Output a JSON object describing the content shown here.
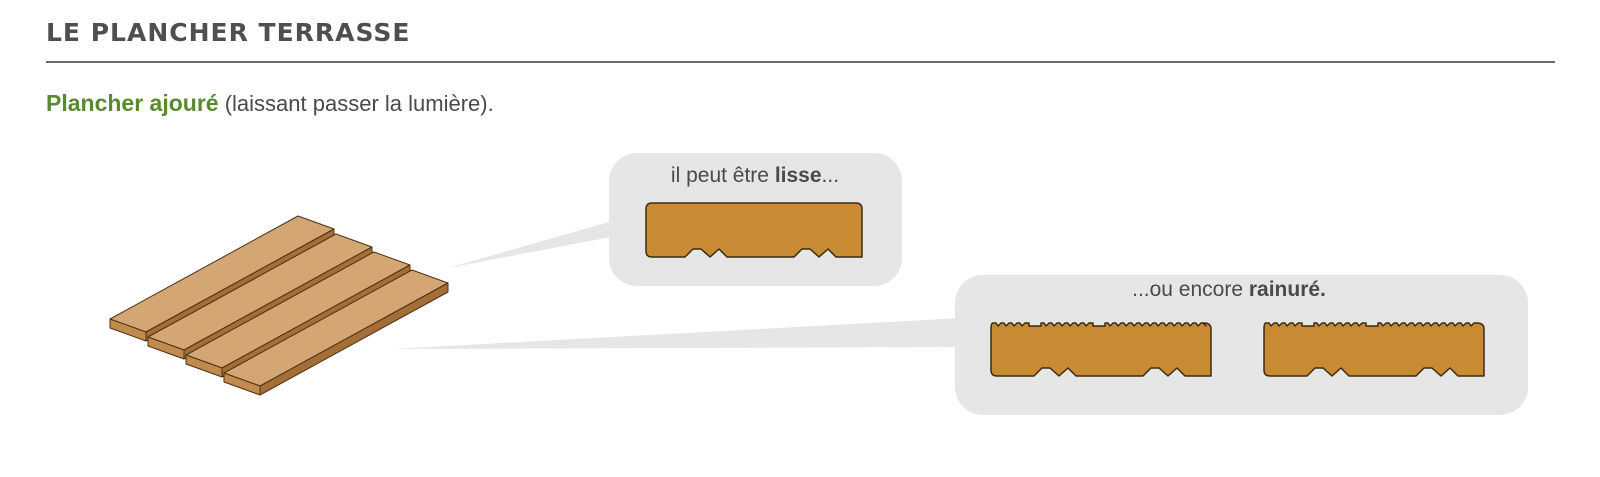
{
  "header": {
    "title": "LE PLANCHER TERRASSE"
  },
  "intro": {
    "term": "Plancher ajouré",
    "rest": "(laissant passer la lumière)."
  },
  "bubbles": {
    "smooth": {
      "prefix": "il peut être ",
      "bold": "lisse",
      "suffix": "..."
    },
    "grooved": {
      "prefix": "...ou encore ",
      "bold": "rainuré."
    }
  },
  "colors": {
    "bubble": "#e6e6e6",
    "plank_profile": "#c98a34",
    "plank_top": "#d4a673",
    "plank_side": "#c28a4d",
    "accent_green": "#5a8a2e"
  }
}
